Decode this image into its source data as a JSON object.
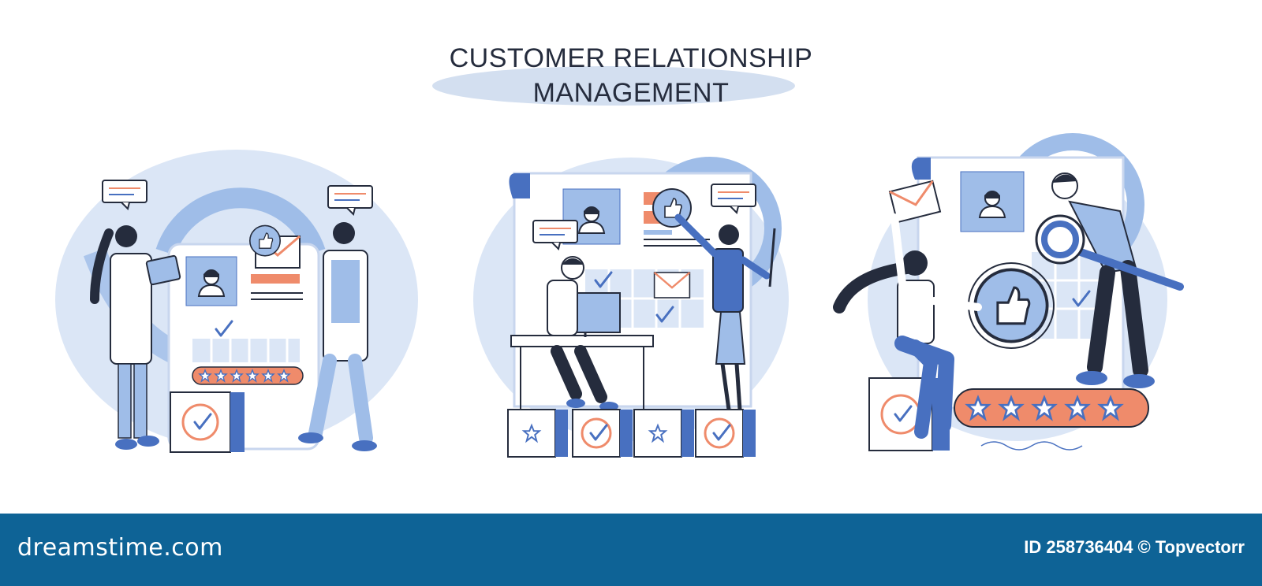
{
  "header": {
    "title_line1": "CUSTOMER RELATIONSHIP",
    "title_line2": "MANAGEMENT"
  },
  "footer": {
    "brand": "dreamstime.com",
    "id_label": "ID 258736404",
    "copyright_symbol": "©",
    "author": "Topvectorr"
  },
  "palette": {
    "blue_light": "#dbe6f6",
    "blue_mid": "#9fbde8",
    "blue_dark": "#4870c0",
    "navy": "#252c3d",
    "accent_orange": "#ef8b6b",
    "footer_bg": "#0e6396"
  },
  "scenes": [
    {
      "name": "doctors-review-scene",
      "icons": [
        "chat-bubble-icon",
        "envelope-icon",
        "profile-card-icon",
        "like-icon",
        "checkmark-icon",
        "star-rating-icon"
      ]
    },
    {
      "name": "office-desk-scene",
      "icons": [
        "chat-bubble-icon",
        "profile-card-icon",
        "like-icon",
        "envelope-icon",
        "checkmark-icon",
        "star-icon"
      ]
    },
    {
      "name": "magnifier-scene",
      "icons": [
        "envelope-icon",
        "profile-card-icon",
        "like-icon",
        "magnifier-icon",
        "star-rating-icon",
        "checkmark-icon"
      ]
    }
  ]
}
